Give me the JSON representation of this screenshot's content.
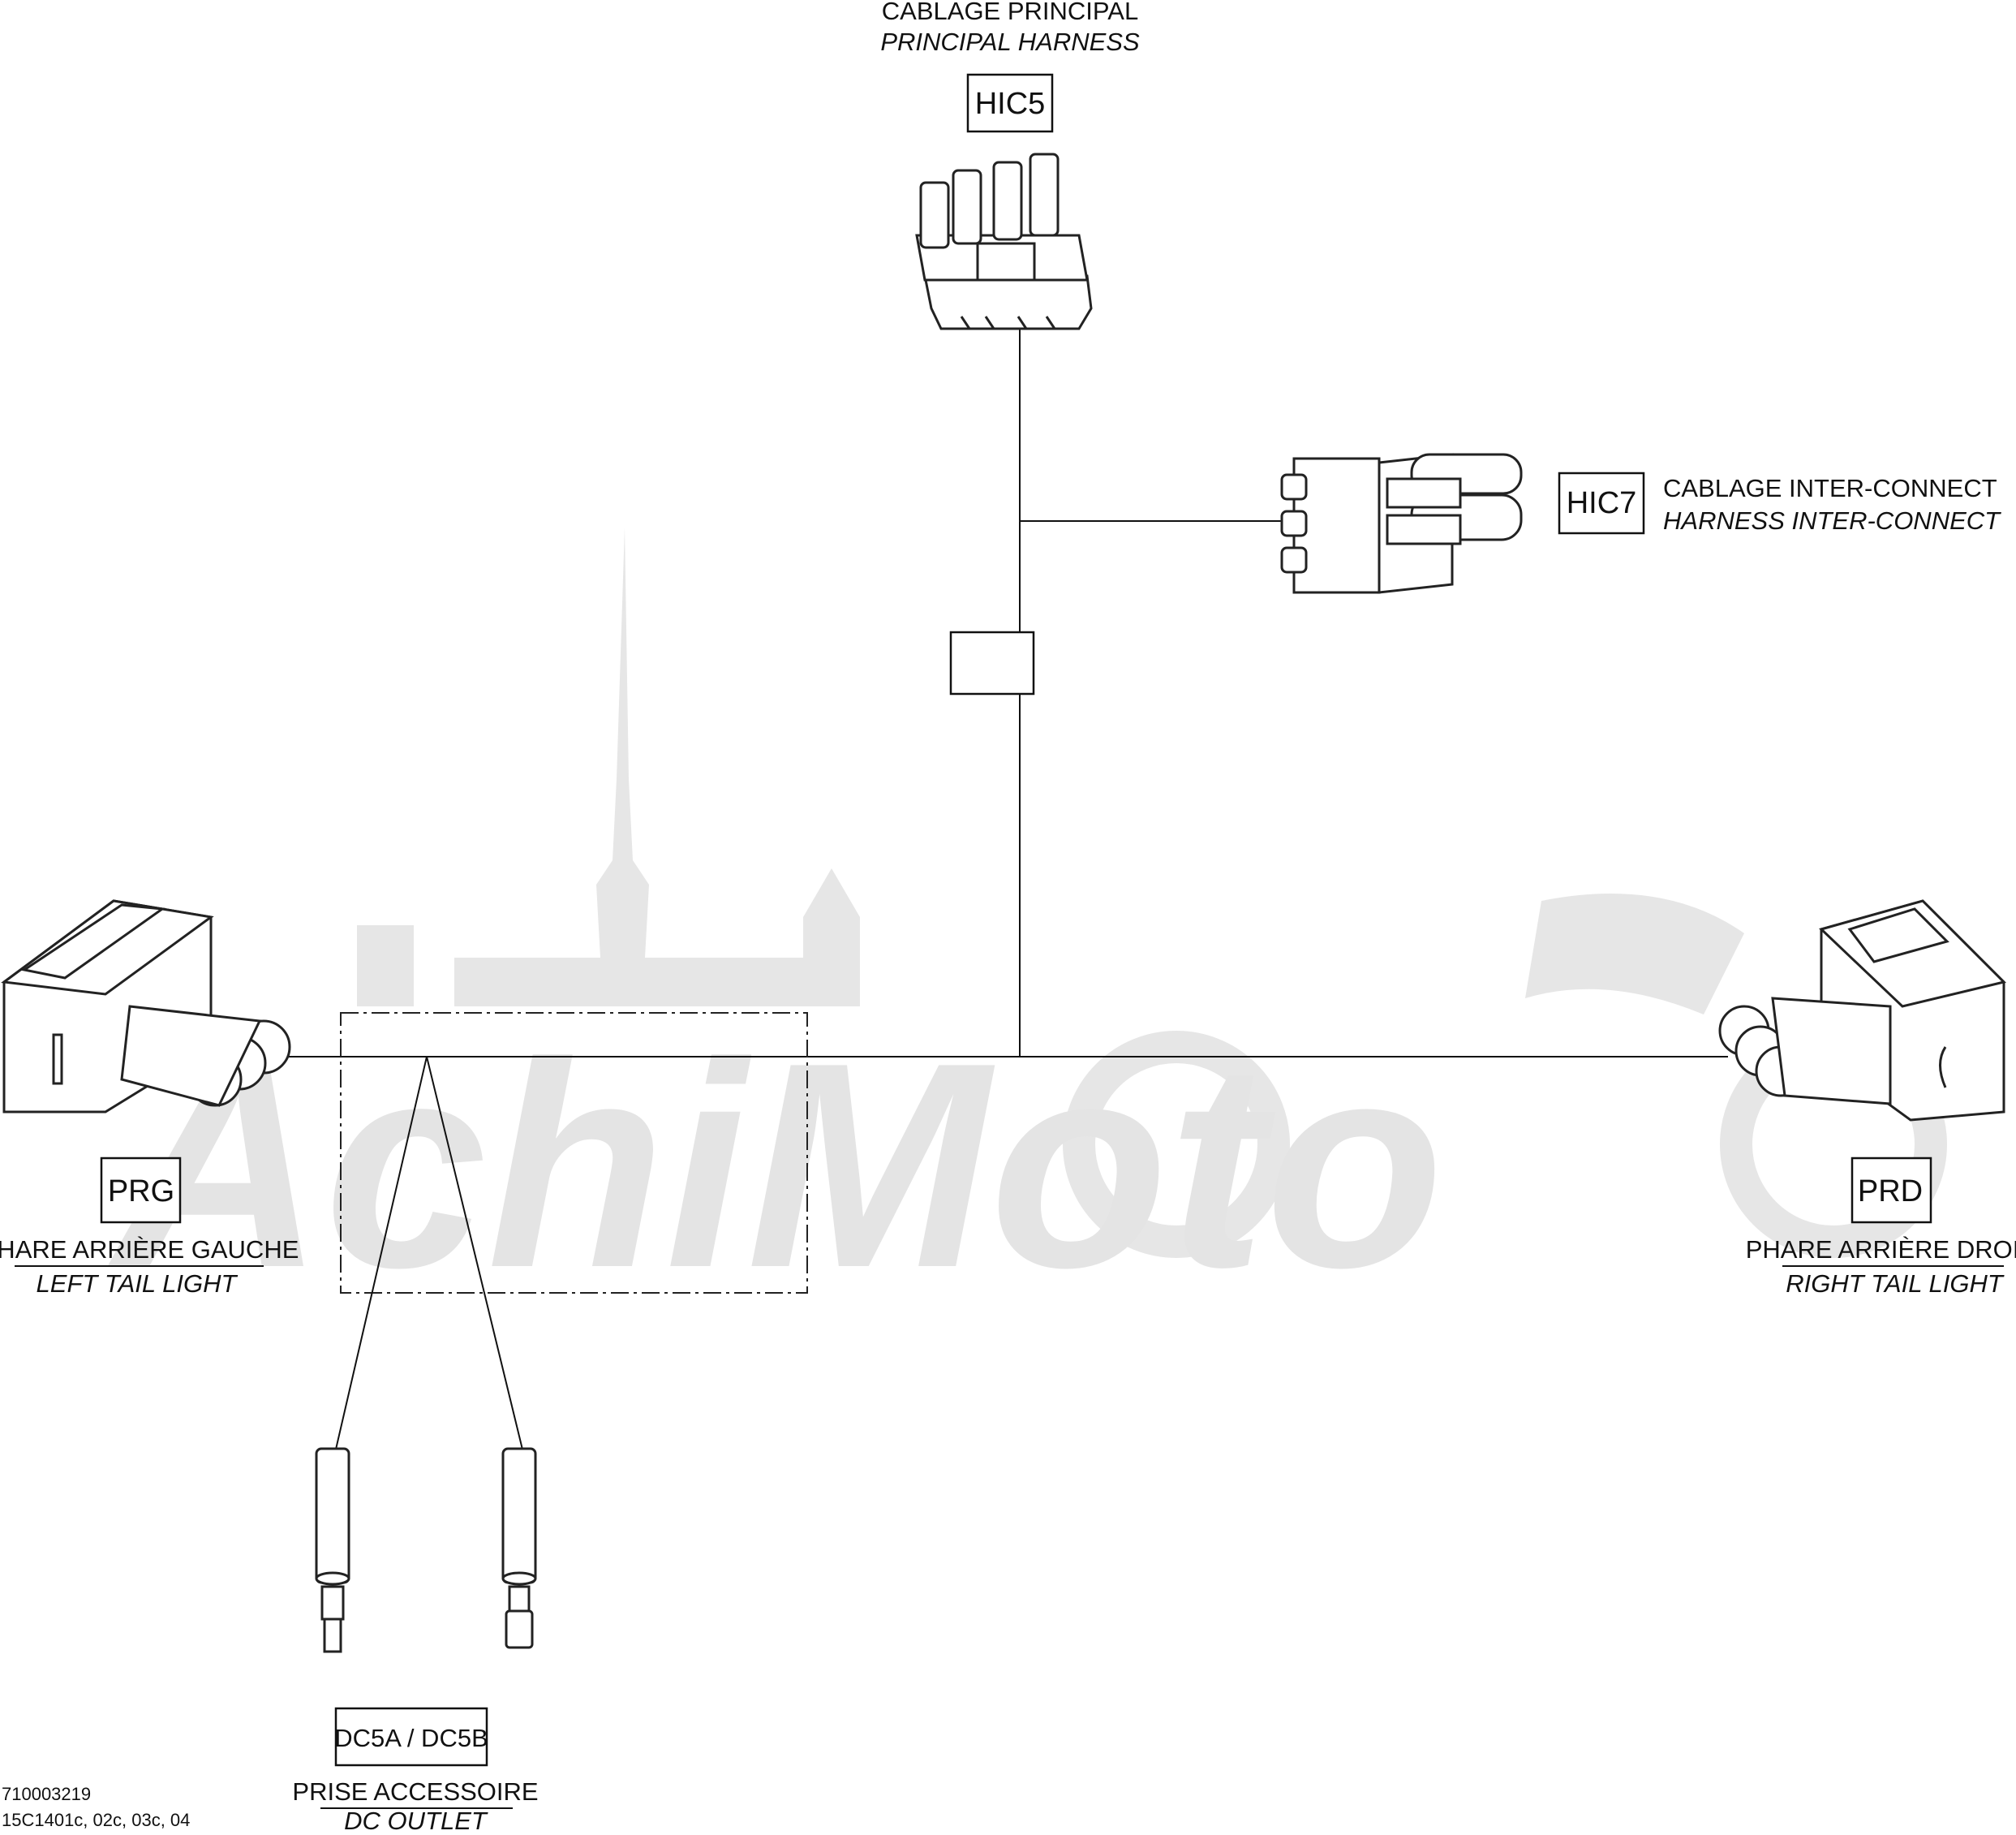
{
  "watermark": {
    "text": "AchiMoto"
  },
  "footer": {
    "drawing_number": "710003219",
    "models": "15C1401c, 02c, 03c, 04"
  },
  "connectors": {
    "hic5": {
      "code": "HIC5",
      "label_fr": "CABLAGE PRINCIPAL",
      "label_en": "PRINCIPAL HARNESS"
    },
    "hic7": {
      "code": "HIC7",
      "label_fr": "CABLAGE INTER-CONNECT",
      "label_en": "HARNESS INTER-CONNECT"
    },
    "prg": {
      "code": "PRG",
      "label_fr": "PHARE ARRIÈRE GAUCHE",
      "label_en": "LEFT TAIL LIGHT"
    },
    "prd": {
      "code": "PRD",
      "label_fr": "PHARE ARRIÈRE DROIT",
      "label_en": "RIGHT TAIL LIGHT"
    },
    "dc5": {
      "code": "DC5A / DC5B",
      "label_fr": "PRISE ACCESSOIRE",
      "label_en": "DC OUTLET"
    }
  }
}
